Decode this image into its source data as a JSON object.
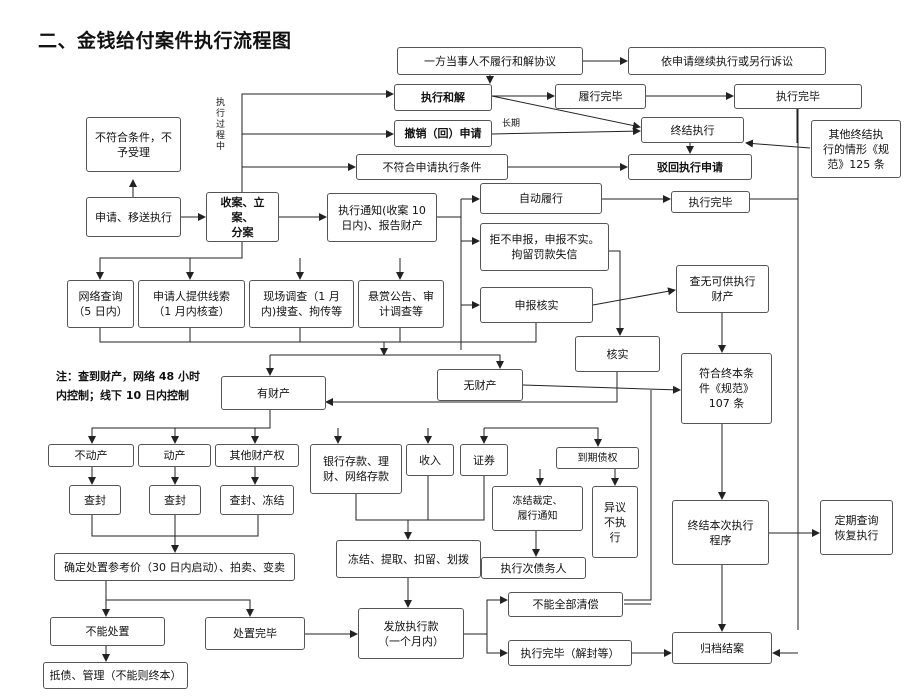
{
  "title": "二、金钱给付案件执行流程图",
  "side_label": "执\n行\n过\n程\n中",
  "long_label": "长期",
  "note": "注：查到财产，网络 48 小时\n内控制；线下 10 日内控制",
  "nodes": {
    "not_perform": "一方当事人不履行和解协议",
    "continue_exec": "依申请继续执行或另行诉讼",
    "exec_settle": "执行和解",
    "perform_done": "履行完毕",
    "exec_done_top": "执行完毕",
    "revoke": "撤销（回）申请",
    "terminate_exec": "终结执行",
    "other_terminate": "其他终结执\n行的情形《规\n范》125 条",
    "not_qualify_apply": "不符合申请执行条件",
    "reject_apply": "驳回执行申请",
    "not_qualify": "不符合条件，不\n予受理",
    "apply": "申请、移送执行",
    "file_case": "收案、立案、\n分案",
    "exec_notice": "执行通知(收案 10\n日内)、报告财产",
    "auto_perform": "自动履行",
    "exec_done_mid": "执行完毕",
    "refuse_report": "拒不申报，申报不实。\n拘留罚款失信",
    "verify_report": "申报核实",
    "no_property_found": "查无可供执行\n财产",
    "net_query": "网络查询\n（5 日内）",
    "applicant_clue": "申请人提供线索\n（1 月内核查）",
    "site_survey": "现场调查（1 月\n内)搜查、拘传等",
    "reward": "悬赏公告、审\n计调查等",
    "verify": "核实",
    "meet_terminate": "符合终本条\n件《规范》\n107 条",
    "has_property": "有财产",
    "no_property": "无财产",
    "realty": "不动产",
    "movable": "动产",
    "other_property": "其他财产权",
    "bank_deposit": "银行存款、理\n财、网络存款",
    "income": "收入",
    "securities": "证券",
    "due_claim": "到期债权",
    "seal1": "查封",
    "seal2": "查封",
    "seal_freeze": "查封、冻结",
    "freeze_ruling": "冻结裁定、\n履行通知",
    "objection": "异议\n不执\n行",
    "terminate_this": "终结本次执行\n程序",
    "regular_query": "定期查询\n恢复执行",
    "determine_price": "确定处置参考价（30 日内启动）、拍卖、变卖",
    "freeze_extract": "冻结、提取、扣留、划拨",
    "exec_debtor": "执行次债务人",
    "cannot_dispose": "不能处置",
    "dispose_done": "处置完毕",
    "distribute": "发放执行款\n（一个月内）",
    "not_fully_paid": "不能全部清偿",
    "exec_done_seal": "执行完毕（解封等）",
    "archive": "归档结案",
    "offset": "抵债、管理（不能则终本）"
  }
}
